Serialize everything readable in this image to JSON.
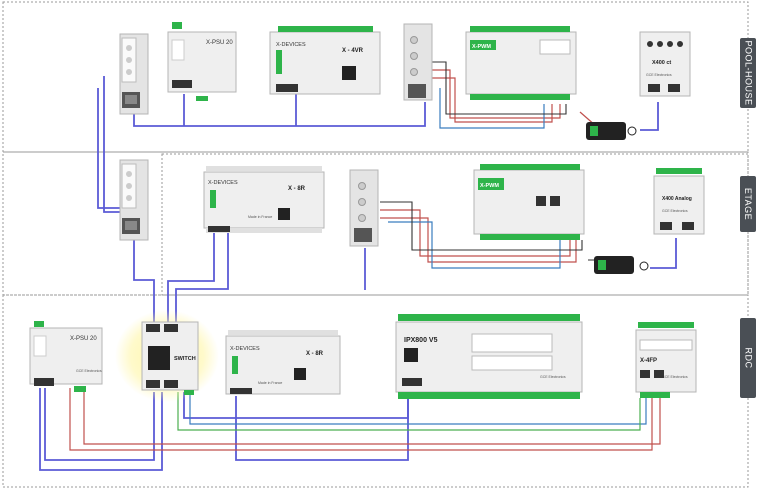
{
  "zones": [
    {
      "label": "POOL-HOUSE"
    },
    {
      "label": "ETAGE"
    },
    {
      "label": "RDC"
    }
  ],
  "devices": {
    "psu_top": {
      "title": "X-PSU 20"
    },
    "xdevices_top": {
      "brand": "X-DEVICES",
      "title": "X - 4VR"
    },
    "xpwm_top": {
      "title": "X-PWM"
    },
    "x400_top": {
      "title": "X400 ct",
      "brand": "GCE Electronics"
    },
    "xdevices_mid": {
      "brand": "X-DEVICES",
      "title": "X - 8R",
      "made": "Made in France"
    },
    "xpwm_mid": {
      "title": "X-PWM"
    },
    "x400_mid": {
      "title": "X400 Analog",
      "brand": "GCE Electronics"
    },
    "psu_bot": {
      "title": "X-PSU 20",
      "brand": "GCE Electronics"
    },
    "switch": {
      "title": "SWITCH"
    },
    "xdevices_bot": {
      "brand": "X-DEVICES",
      "title": "X - 8R",
      "made": "Made in France"
    },
    "ipx800": {
      "title": "IPX800 V5",
      "brand": "GCE Electronics"
    },
    "x4fp": {
      "title": "X-4FP",
      "brand": "GCE Electronics"
    }
  },
  "colors": {
    "ethernet": "#5b5bd6",
    "bus_red": "#c0504d",
    "bus_blue": "#3a7dbf",
    "bus_green": "#4caf50",
    "device_bg": "#efefef",
    "terminal_green": "#2eb44a",
    "zone_label_bg": "#4a4f55",
    "switch_glow": "#fff3a0"
  }
}
